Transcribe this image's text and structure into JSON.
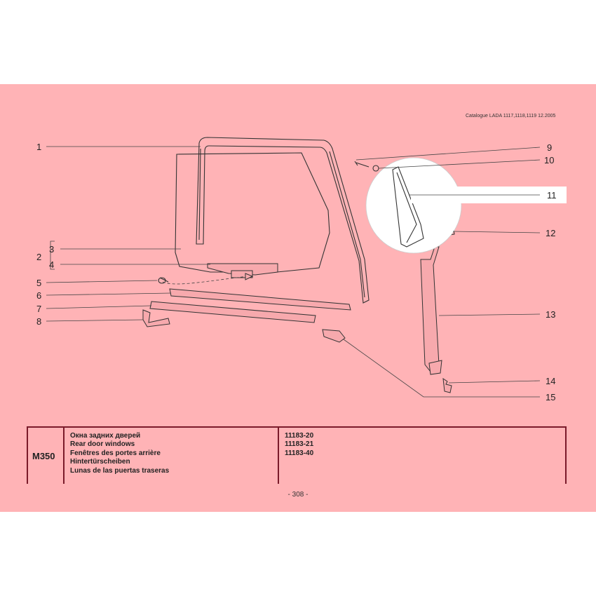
{
  "header": {
    "catalogue": "Catalogue LADA 1117,1118,1119    12.2005"
  },
  "callouts": {
    "left": [
      "1",
      "2",
      "3",
      "4",
      "5",
      "6",
      "7",
      "8"
    ],
    "right": [
      "9",
      "10",
      "11",
      "12",
      "13",
      "14",
      "15"
    ]
  },
  "table": {
    "code": "M350",
    "titles": [
      "Окна задних дверей",
      "Rear door windows",
      "Fenêtres des portes arrière",
      "Hintertürscheiben",
      "Lunas de las puertas traseras"
    ],
    "part_numbers": [
      "11183-20",
      "11183-21",
      "11183-40"
    ]
  },
  "footer": {
    "page": "- 308 -"
  }
}
